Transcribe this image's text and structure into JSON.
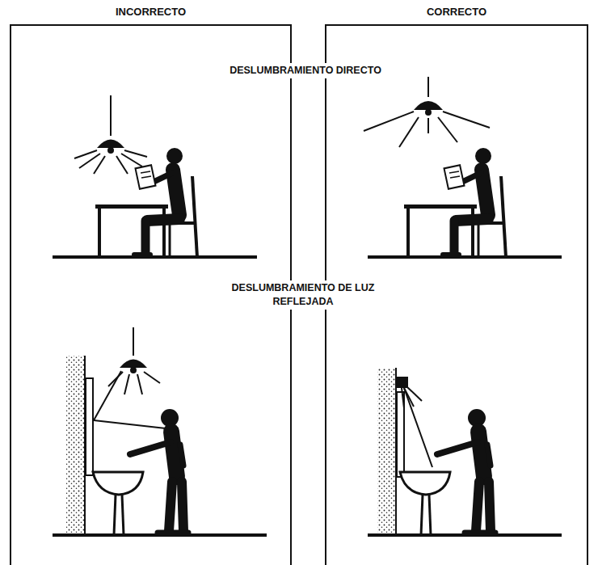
{
  "diagram": {
    "nodes": [
      {
        "text": [
          "INCORRECTO"
        ]
      },
      {
        "text": [
          "CORRECTO"
        ]
      }
    ],
    "labels": [
      "DESLUMBRAMIENTO DIRECTO",
      "DESLUMBRAMIENTO DE LUZ REFLEJADA"
    ]
  }
}
